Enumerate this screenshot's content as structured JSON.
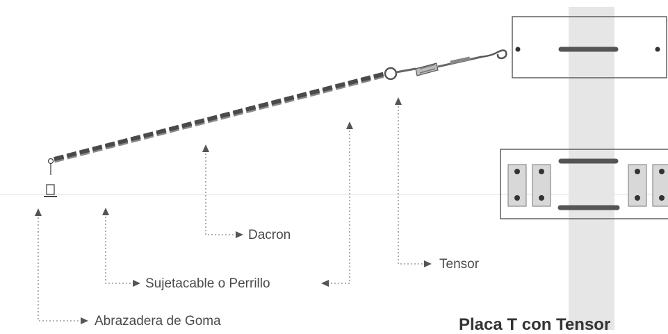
{
  "labels": {
    "dacron": "Dacron",
    "tensor": "Tensor",
    "sujetacable": "Sujetacable o Perrillo",
    "abrazadera": "Abrazadera de Goma"
  },
  "title": "Placa T con Tensor",
  "colors": {
    "line_dark": "#4a4a4a",
    "line_light": "#8a8a8a",
    "pole": "#e6e6e6",
    "plate_border": "#555555",
    "strap": "#5a5a5a",
    "text": "#4a4a4a",
    "leader": "#9a9a9a"
  }
}
